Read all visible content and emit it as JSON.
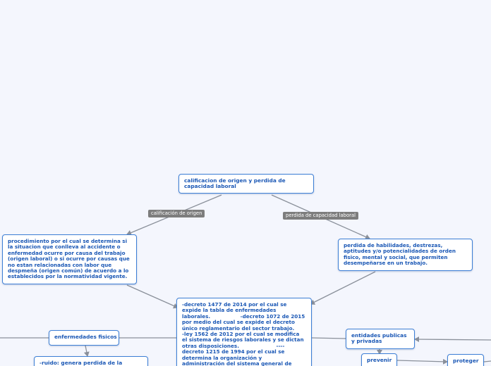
{
  "nodes": {
    "root": "calificacion de origen y perdida de capacidad laboral",
    "origen": "procedimiento por el cual se determina si la situacion que conlleva al accidente o enfermedad ocurre por causa del trabajo (origen laboral) o si ocurre por causas que no estan relacionadas con labor que despmeña (origen común) de acuerdo a lo establecidos por la normatividad vigente.",
    "perdida": "perdida de habilidades, destrezas, aptitudes y/o potencialidades de orden fisico, mental y social, que permiten desempeñarse en un trabajo.",
    "decretos": "-decreto 1477 de 2014 por el cual se expide la tabla de enfermedades laborales.                 -decreto 1072 de 2015 por medio del cual se expide el decreto único reglamentario del sector trabajo.\n-ley 1562 de 2012 por el cual se modifica el sistema de riesgos laborales y se dictan otras disposiciones.                     ----decreto 1215 de 1994 por el cual se determina la organización y administración del sistema general de riesgos",
    "enfermedades": "enfermedades fisicos",
    "ruido": "-ruido: genera perdida de la",
    "entidades": "entidades publicas y privadas",
    "prevenir": "prevenir",
    "proteger": "proteger"
  },
  "links": {
    "calificacion": "calificación de origen",
    "perdida_capacidad": "perdida de capacidad laboral"
  },
  "colors": {
    "border": "#3d7fd6",
    "text": "#1a57b5",
    "connector": "#8a909a",
    "label_bg": "#7d7d7d",
    "background": "#f4f6fd"
  }
}
